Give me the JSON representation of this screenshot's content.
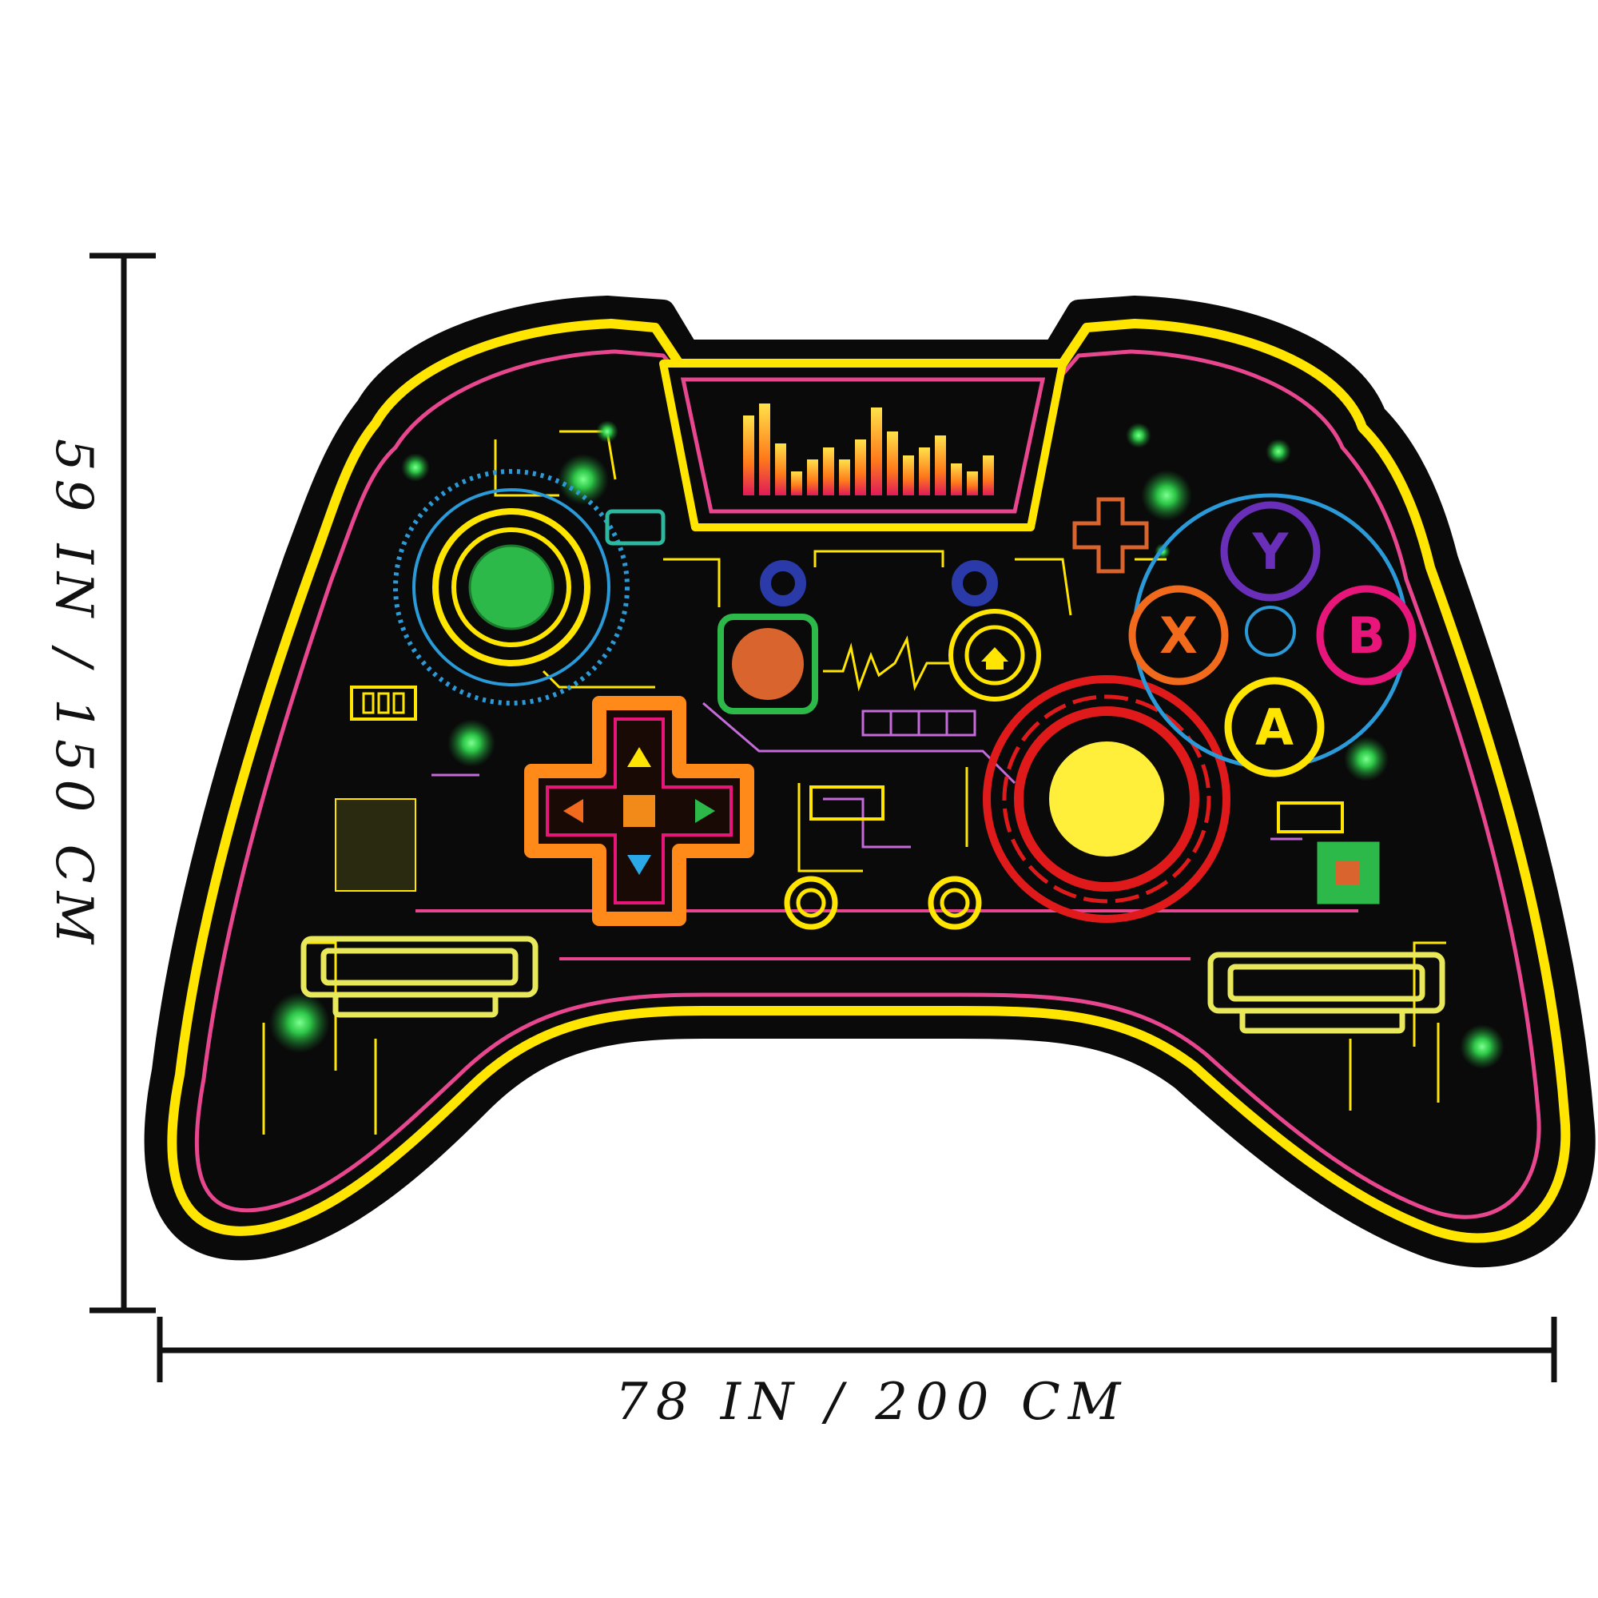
{
  "dimensions": {
    "width_label": "78 IN / 200 CM",
    "height_label": "59 IN / 150 CM"
  },
  "buttons": {
    "y": {
      "letter": "Y",
      "color": "#6a2fb8"
    },
    "x": {
      "letter": "X",
      "color": "#f26a1b"
    },
    "b": {
      "letter": "B",
      "color": "#e8167a"
    },
    "a": {
      "letter": "A",
      "color": "#ffe500"
    }
  },
  "colors": {
    "body": "#0a0a0a",
    "outline_yellow": "#ffe500",
    "outline_pink": "#e8478f",
    "glow_green": "#39d353",
    "joystick_left": "#2db84a",
    "joystick_right": "#ffef3a",
    "center_button": "#d9642e"
  }
}
